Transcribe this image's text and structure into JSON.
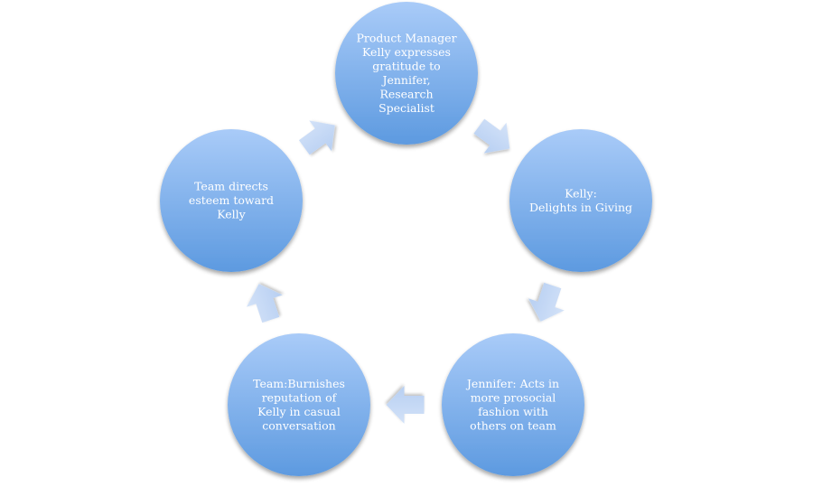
{
  "diagram": {
    "type": "cycle",
    "colors": {
      "node_top": "#a9cbf8",
      "node_bottom": "#5d9ae0",
      "arrow_top": "#d3e2f8",
      "arrow_bottom": "#b7cff2",
      "text": "#ffffff"
    },
    "nodes": [
      {
        "id": "gratitude",
        "lines": [
          "Product Manager",
          "Kelly expresses",
          "gratitude to",
          "Jennifer,",
          "Research",
          "Specialist"
        ]
      },
      {
        "id": "giving",
        "lines": [
          "Kelly:",
          "Delights in Giving"
        ]
      },
      {
        "id": "prosocial",
        "lines": [
          "Jennifer: Acts in",
          "more prosocial",
          "fashion with",
          "others on team"
        ]
      },
      {
        "id": "reputation",
        "lines": [
          "Team:Burnishes",
          "reputation of",
          "Kelly in casual",
          "conversation"
        ]
      },
      {
        "id": "esteem",
        "lines": [
          "Team directs",
          "esteem toward",
          "Kelly"
        ]
      }
    ],
    "edges": [
      {
        "from": "gratitude",
        "to": "giving"
      },
      {
        "from": "giving",
        "to": "prosocial"
      },
      {
        "from": "prosocial",
        "to": "reputation"
      },
      {
        "from": "reputation",
        "to": "esteem"
      },
      {
        "from": "esteem",
        "to": "gratitude"
      }
    ]
  }
}
